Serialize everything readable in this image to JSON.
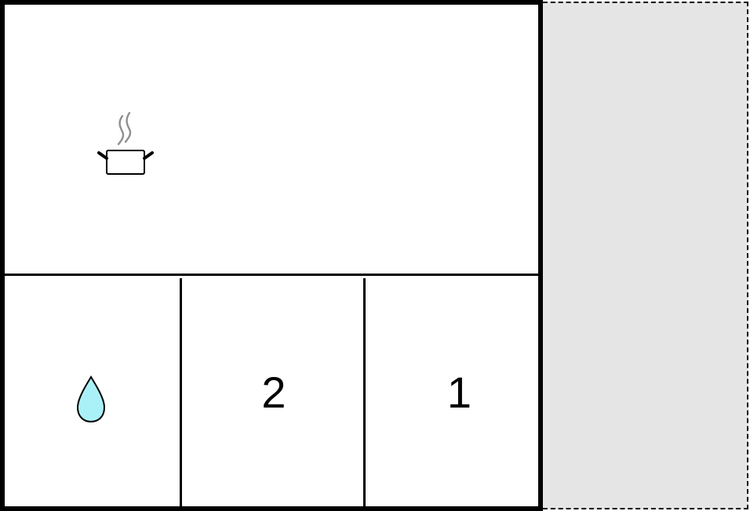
{
  "diagram": {
    "rooms": {
      "kitchen": {
        "icon": "cooking-pot-icon"
      },
      "bathroom": {
        "icon": "water-drop-icon",
        "icon_color": "#aaf1f7"
      },
      "room_2": {
        "label": "2"
      },
      "room_1": {
        "label": "1"
      }
    },
    "annex": {
      "fill": "#e5e5e5",
      "border_style": "dashed"
    },
    "wall_color": "#000000",
    "floor_color": "#ffffff"
  }
}
